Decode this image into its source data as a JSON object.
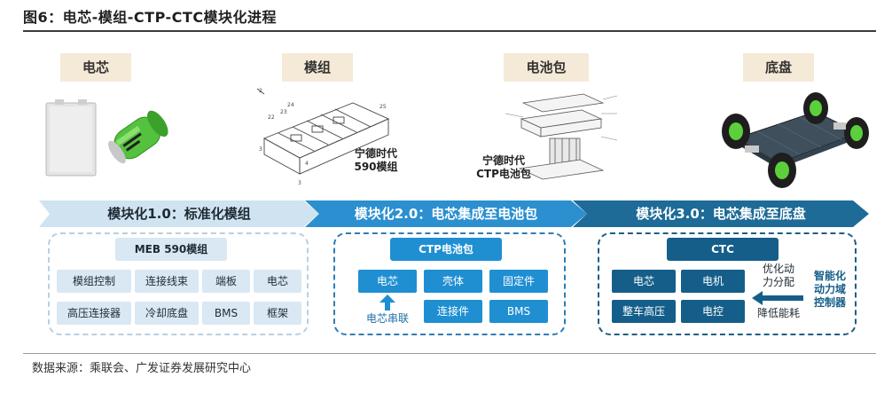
{
  "figure": {
    "title": "图6：电芯-模组-CTP-CTC模块化进程",
    "source": "数据来源：乘联会、广发证券发展研究中心"
  },
  "stages": [
    {
      "label": "电芯"
    },
    {
      "label": "模组"
    },
    {
      "label": "电池包"
    },
    {
      "label": "底盘"
    }
  ],
  "illustrations": {
    "module_caption_1": "宁德时代",
    "module_caption_2": "590模组",
    "pack_caption_1": "宁德时代",
    "pack_caption_2": "CTP电池包"
  },
  "bands": [
    {
      "label": "模块化1.0：标准化模组"
    },
    {
      "label": "模块化2.0：电芯集成至电池包"
    },
    {
      "label": "模块化3.0：电芯集成至底盘"
    }
  ],
  "panel_meb": {
    "title": "MEB 590模组",
    "items": [
      "模组控制",
      "连接线束",
      "端板",
      "电芯",
      "高压连接器",
      "冷却底盘",
      "BMS",
      "框架"
    ]
  },
  "panel_ctp": {
    "title": "CTP电池包",
    "items": [
      "电芯",
      "壳体",
      "固定件",
      "连接件",
      "BMS"
    ],
    "note": "电芯串联"
  },
  "panel_ctc": {
    "title": "CTC",
    "items": [
      "电机",
      "电芯",
      "整车高压",
      "电控"
    ],
    "note_left_1": "优化动",
    "note_left_2": "力分配",
    "note_left_3": "降低能耗",
    "note_right_1": "智能化",
    "note_right_2": "动力域",
    "note_right_3": "控制器"
  },
  "colors": {
    "band1": "#cfe3f1",
    "band2": "#2b8fd0",
    "band3": "#1d6b96",
    "chip_light": "#d9e8f3",
    "chip_mid": "#1f8fd2",
    "chip_dark": "#155e8a",
    "label_bg": "#f5ead7"
  }
}
